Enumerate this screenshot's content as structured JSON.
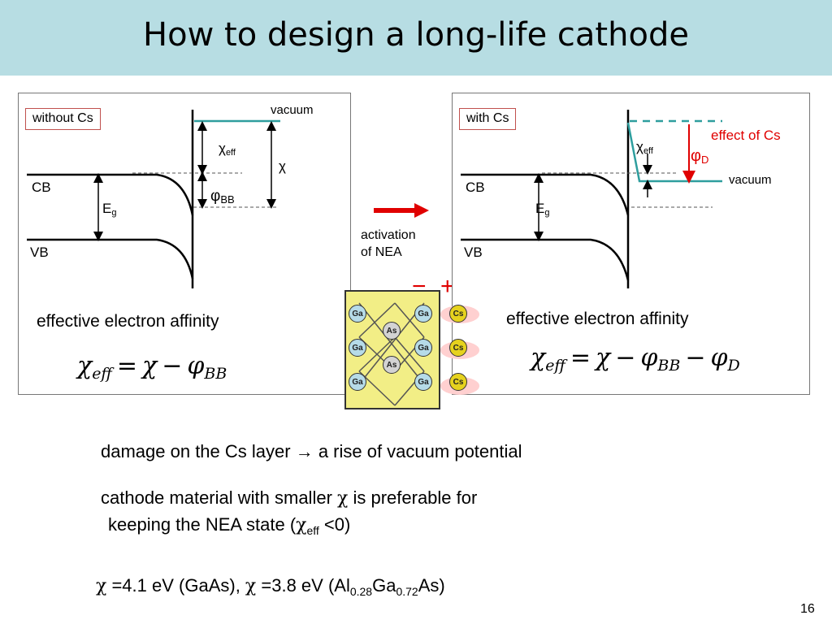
{
  "title": "How to design a long-life cathode",
  "left_panel": {
    "tag": "without Cs",
    "vacuum": "vacuum",
    "chi_eff": "χ",
    "chi_eff_sub": "eff",
    "chi": "χ",
    "phi_bb": "φ",
    "phi_bb_sub": "BB",
    "cb": "CB",
    "eg": "E",
    "eg_sub": "g",
    "vb": "VB",
    "caption": "effective electron affinity",
    "formula": {
      "lhs": "χ",
      "lhs_sub": "eff",
      "eq": "=",
      "t1": "χ",
      "minus": "−",
      "t2": "φ",
      "t2_sub": "BB"
    }
  },
  "right_panel": {
    "tag": "with Cs",
    "effect": "effect of Cs",
    "phi_d": "φ",
    "phi_d_sub": "D",
    "vacuum": "vacuum",
    "chi_eff": "χ",
    "chi_eff_sub": "eff",
    "cb": "CB",
    "eg": "E",
    "eg_sub": "g",
    "vb": "VB",
    "caption": "effective electron affinity",
    "formula": {
      "lhs": "χ",
      "lhs_sub": "eff",
      "eq": "=",
      "t1": "χ",
      "minus1": "−",
      "t2": "φ",
      "t2_sub": "BB",
      "minus2": "−",
      "t3": "φ",
      "t3_sub": "D"
    }
  },
  "middle": {
    "activation_line1": "activation",
    "activation_line2": "of NEA",
    "minus_sign": "−",
    "plus_sign": "+",
    "atoms": {
      "ga": "Ga",
      "as": "As",
      "cs": "Cs"
    }
  },
  "body": {
    "line1_a": "damage on the Cs layer ",
    "line1_arrow": "→",
    "line1_b": " a rise of vacuum potential",
    "line2_a": "cathode material with smaller ",
    "line2_chi": "χ",
    "line2_b": " is preferable for",
    "line3_a": "keeping the NEA state (",
    "line3_chi": "χ",
    "line3_sub": "eff",
    "line3_b": " <0)",
    "line4_chi1": "χ",
    "line4_a": " =4.1 eV (GaAs), ",
    "line4_chi2": "χ",
    "line4_b": " =3.8 eV (Al",
    "line4_sub1": "0.28",
    "line4_c": "Ga",
    "line4_sub2": "0.72",
    "line4_d": "As)"
  },
  "page_number": "16",
  "colors": {
    "title_bg": "#b7dde3",
    "vacuum_line": "#2e9e9e",
    "tag_border": "#c0504d",
    "arrow_red": "#e00000",
    "crystal_bg": "#f2ee86",
    "ga_atom": "#b6dbe8",
    "as_atom": "#d3d3d3",
    "cs_atom": "#e6d21e"
  }
}
